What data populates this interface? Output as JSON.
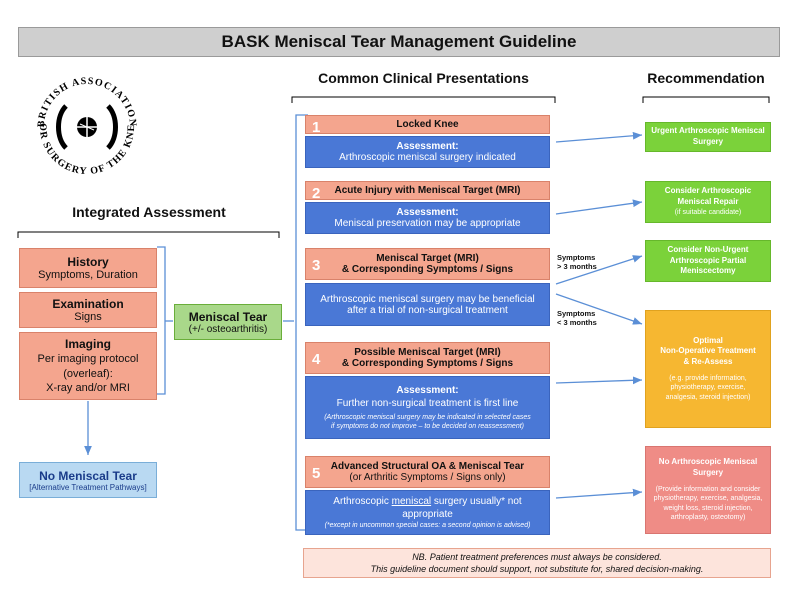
{
  "title": "BASK Meniscal Tear Management Guideline",
  "logo": {
    "text_top": "BRITISH ASSOCIATION",
    "text_bottom": "FOR SURGERY OF THE KNEE"
  },
  "integrated": {
    "header": "Integrated Assessment",
    "history": {
      "title": "History",
      "sub": "Symptoms, Duration"
    },
    "examination": {
      "title": "Examination",
      "sub": "Signs"
    },
    "imaging": {
      "title": "Imaging",
      "l1": "Per imaging protocol",
      "l2": "(overleaf):",
      "l3": "X-ray and/or MRI"
    },
    "meniscal_tear": {
      "title": "Meniscal Tear",
      "sub": "(+/- osteoarthritis)"
    },
    "no_tear": {
      "title": "No Meniscal Tear",
      "sub": "[Alternative Treatment Pathways]"
    }
  },
  "presentations": {
    "header": "Common Clinical Presentations",
    "p1": {
      "num": "1",
      "title": "Locked Knee",
      "assess": "Assessment:",
      "text": "Arthroscopic meniscal surgery indicated"
    },
    "p2": {
      "num": "2",
      "title": "Acute Injury with Meniscal Target (MRI)",
      "assess": "Assessment:",
      "text": "Meniscal preservation may be appropriate"
    },
    "p3": {
      "num": "3",
      "t1": "Meniscal Target (MRI)",
      "t2": "& Corresponding Symptoms / Signs",
      "text1": "Arthroscopic meniscal surgery may be beneficial",
      "text2": "after a trial of non-surgical treatment"
    },
    "p4": {
      "num": "4",
      "t1": "Possible Meniscal Target (MRI)",
      "t2": "& Corresponding Symptoms / Signs",
      "assess": "Assessment:",
      "text": "Further non-surgical treatment is first line",
      "note1": "(Arthroscopic meniscal surgery may be indicated in selected cases",
      "note2": "if symptoms do not improve – to be decided on reassessment)"
    },
    "p5": {
      "num": "5",
      "t1": "Advanced Structural OA & Meniscal Tear",
      "t2": "(or Arthritic Symptoms / Signs only)",
      "text_a": "Arthroscopic ",
      "text_u": "meniscal",
      "text_b": " surgery usually* not",
      "text2": "appropriate",
      "note": "(*except in uncommon special cases: a second opinion is advised)"
    }
  },
  "symptoms": {
    "gt_l1": "Symptoms",
    "gt_l2": "> 3 months",
    "lt_l1": "Symptoms",
    "lt_l2": "< 3 months"
  },
  "recommendation": {
    "header": "Recommendation",
    "r1": {
      "l1": "Urgent Arthroscopic Meniscal",
      "l2": "Surgery"
    },
    "r2": {
      "l1": "Consider Arthroscopic",
      "l2": "Meniscal Repair",
      "l3": "(if suitable candidate)"
    },
    "r3": {
      "l1": "Consider Non-Urgent",
      "l2": "Arthroscopic Partial",
      "l3": "Meniscectomy"
    },
    "r4": {
      "l1": "Optimal",
      "l2": "Non-Operative Treatment",
      "l3": "& Re-Assess",
      "d1": "(e.g. provide information,",
      "d2": "physiotherapy, exercise,",
      "d3": "analgesia, steroid injection)"
    },
    "r5": {
      "l1": "No Arthroscopic Meniscal",
      "l2": "Surgery",
      "d1": "(Provide information and consider",
      "d2": "physiotherapy, exercise, analgesia,",
      "d3": "weight loss, steroid injection,",
      "d4": "arthroplasty, osteotomy)"
    }
  },
  "nb": {
    "l1": "NB. Patient treatment preferences must always be considered.",
    "l2": "This guideline document should support, not substitute for, shared decision-making."
  },
  "colors": {
    "salmon": "#f4a58e",
    "blue": "#4a78d6",
    "green": "#7bd23a",
    "orange": "#f6b731",
    "red": "#ef8c86",
    "connector": "#5b8fd6"
  }
}
